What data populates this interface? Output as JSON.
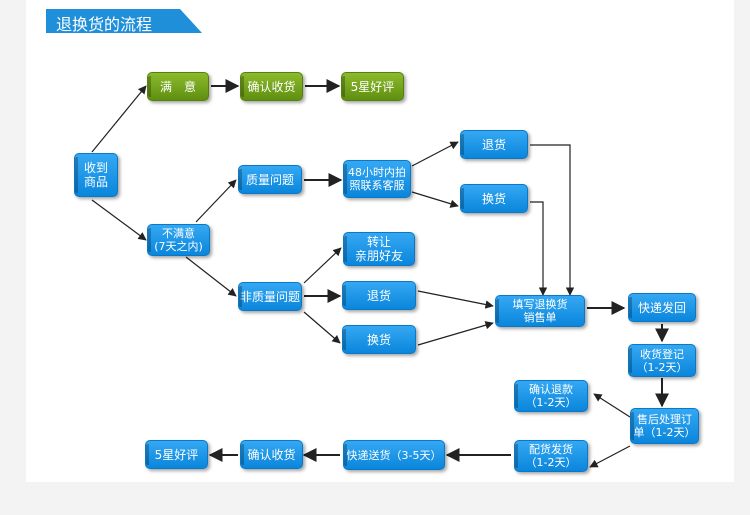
{
  "title": "退换货的流程",
  "colors": {
    "blue": "#1a96e8",
    "green": "#6f9e1a",
    "banner": "#1e8fd8",
    "arrow": "#222222"
  },
  "nodes": {
    "receive": "收到\n商品",
    "satisfied": "满　意",
    "confirm_top": "确认收货",
    "review_top": "5星好评",
    "unsatisfied": "不满意\n(7天之内)",
    "quality_issue": "质量问题",
    "photo_48h": "48小时内拍\n照联系客服",
    "return_q": "退货",
    "exchange_q": "换货",
    "non_quality": "非质量问题",
    "transfer": "转让\n亲朋好友",
    "return_nq": "退货",
    "exchange_nq": "换货",
    "fill_form": "填写退换货\n销售单",
    "express_back": "快递发回",
    "receipt_register": "收货登记\n（1-2天）",
    "after_sales": "售后处理订\n单（1-2天）",
    "confirm_refund": "确认退款\n（1-2天）",
    "dispatch": "配货发货\n（1-2天）",
    "express_send": "快递送货（3-5天）",
    "confirm_bottom": "确认收货",
    "review_bottom": "5星好评"
  }
}
